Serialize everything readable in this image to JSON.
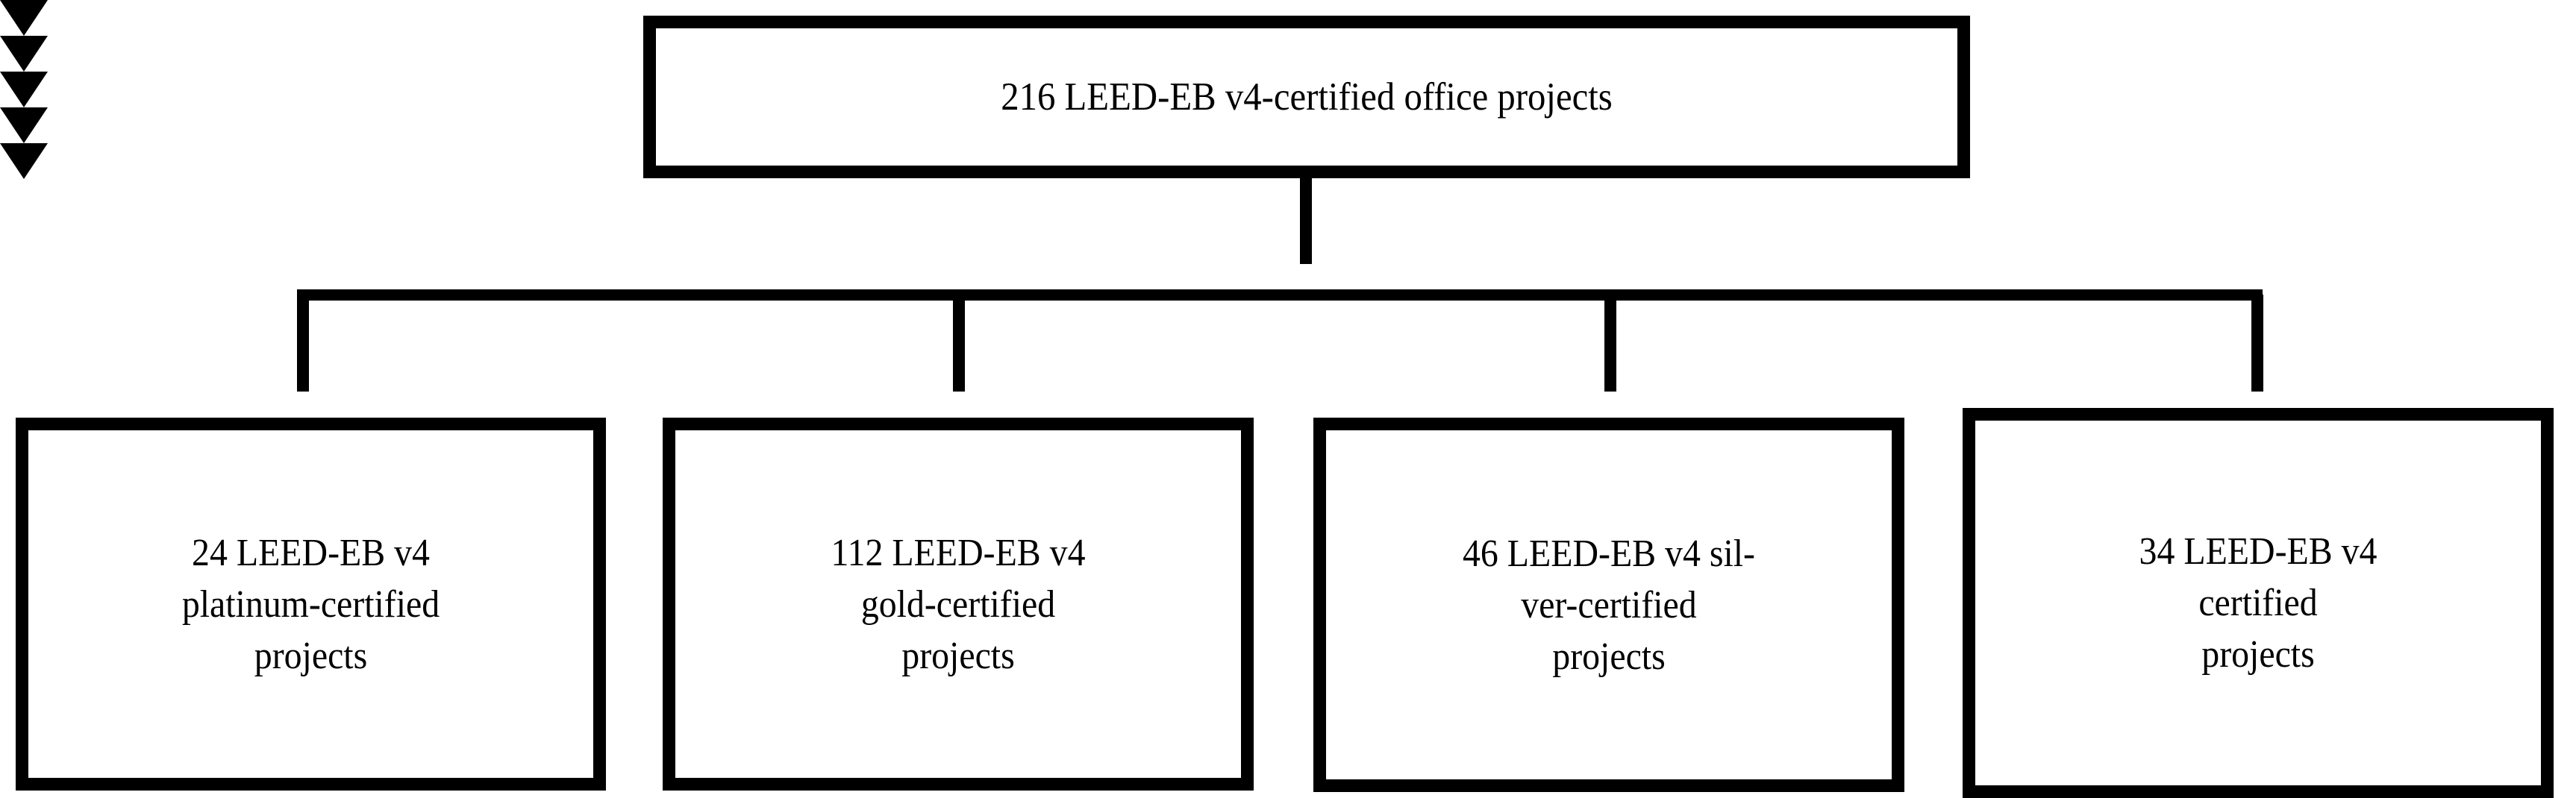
{
  "diagram": {
    "type": "flowchart",
    "orientation": "top-down",
    "colors": {
      "background": "#ffffff",
      "border": "#000000",
      "text": "#000000",
      "connector": "#000000"
    },
    "root": {
      "label": "216 LEED-EB v4-certified office projects",
      "lines": [
        "216 LEED-EB v4-certified office projects"
      ],
      "count": "216",
      "category": "LEED-EB v4-certified office projects"
    },
    "leaves": [
      {
        "label": "24 LEED-EB v4 platinum-certified projects",
        "lines": [
          "24 LEED-EB v4",
          "platinum-certified",
          "projects"
        ],
        "count": "24",
        "level": "platinum"
      },
      {
        "label": "112 LEED-EB v4 gold-certified projects",
        "lines": [
          "112 LEED-EB v4",
          "gold-certified",
          "projects"
        ],
        "count": "112",
        "level": "gold"
      },
      {
        "label": "46 LEED-EB v4 silver-certified projects",
        "lines": [
          "46 LEED-EB v4 sil-",
          "ver-certified",
          "projects"
        ],
        "count": "46",
        "level": "silver"
      },
      {
        "label": "34 LEED-EB v4 certified projects",
        "lines": [
          "34 LEED-EB v4",
          "certified",
          "projects"
        ],
        "count": "34",
        "level": "certified"
      }
    ]
  }
}
